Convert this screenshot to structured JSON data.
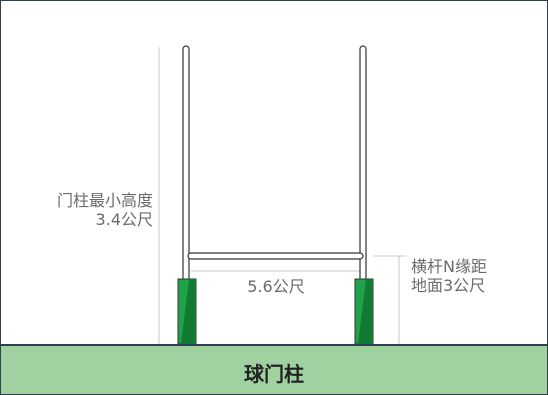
{
  "ground": {
    "label": "球门柱"
  },
  "labels": {
    "post_height_line1": "门柱最小高度",
    "post_height_line2": "3.4公尺",
    "width": "5.6公尺",
    "crossbar_line1": "横杆N缘距",
    "crossbar_line2": "地面3公尺"
  },
  "colors": {
    "ground_fill": "#9fd1a1",
    "pad_green": "#1fa34a",
    "pad_dark": "#137a34",
    "line_gray": "#c8c8c8",
    "post_outline": "#333333"
  }
}
